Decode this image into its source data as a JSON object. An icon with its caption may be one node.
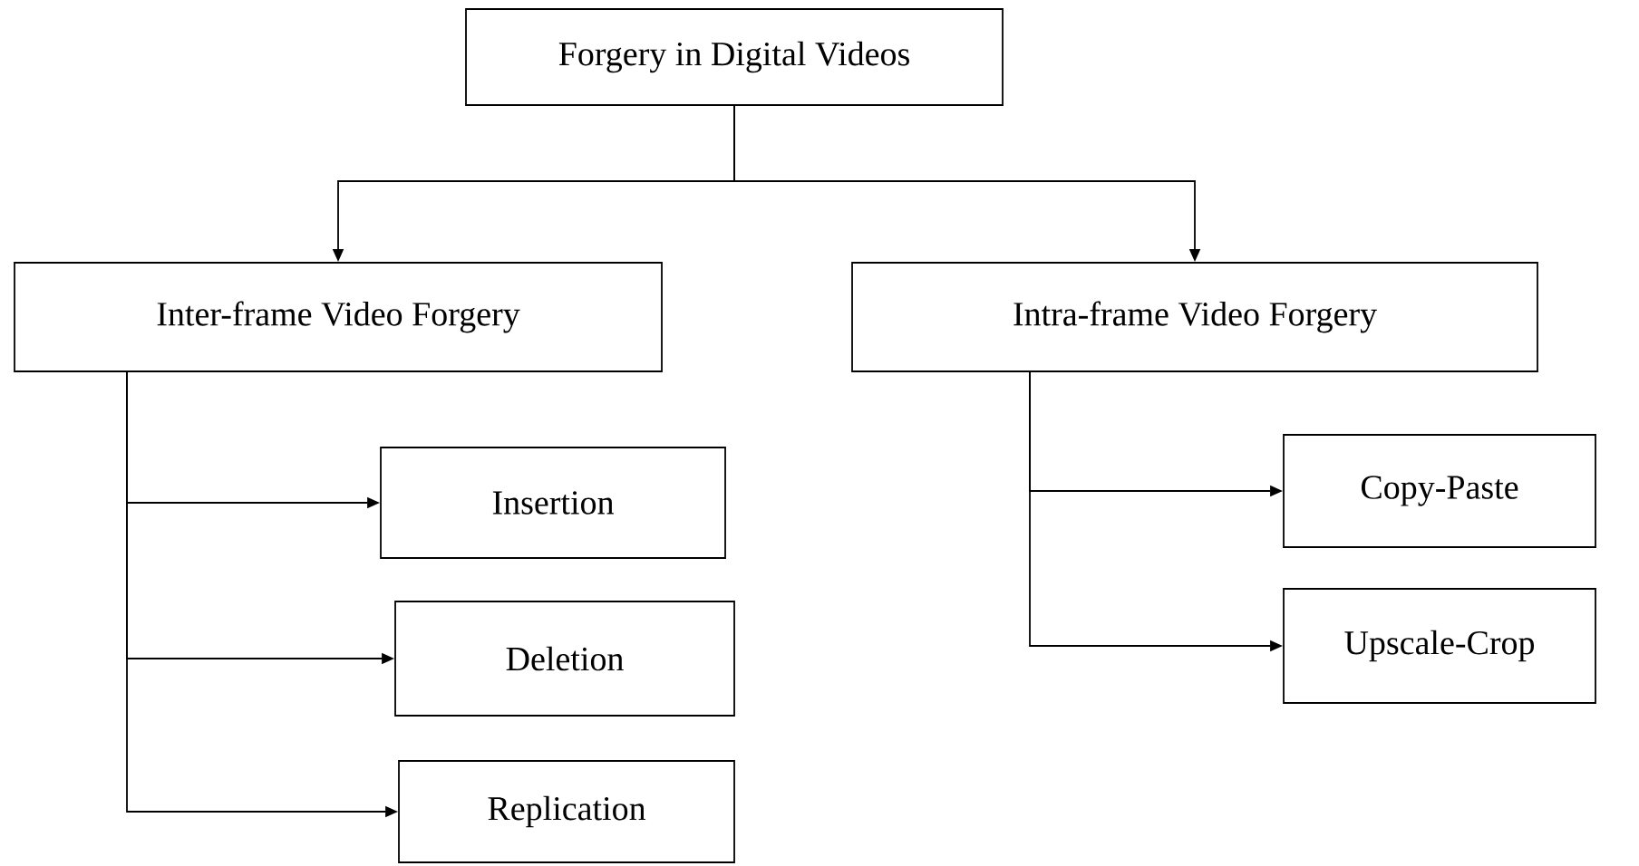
{
  "diagram": {
    "nodes": [
      {
        "text": [
          "Forgery in Digital Videos"
        ]
      },
      {
        "text": [
          "Inter-frame Video Forgery"
        ]
      },
      {
        "text": [
          "Intra-frame Video Forgery"
        ]
      },
      {
        "text": [
          "Insertion"
        ]
      },
      {
        "text": [
          "Deletion"
        ]
      },
      {
        "text": [
          "Replication"
        ]
      },
      {
        "text": [
          "Copy-Paste"
        ]
      },
      {
        "text": [
          "Upscale-Crop"
        ]
      }
    ],
    "edges": [
      {
        "from": 0,
        "to": 1,
        "arrow": "to"
      },
      {
        "from": 0,
        "to": 2,
        "arrow": "to"
      },
      {
        "from": 1,
        "to": 3,
        "arrow": "to"
      },
      {
        "from": 1,
        "to": 4,
        "arrow": "to"
      },
      {
        "from": 1,
        "to": 5,
        "arrow": "to"
      },
      {
        "from": 2,
        "to": 6,
        "arrow": "to"
      },
      {
        "from": 2,
        "to": 7,
        "arrow": "to"
      }
    ]
  }
}
